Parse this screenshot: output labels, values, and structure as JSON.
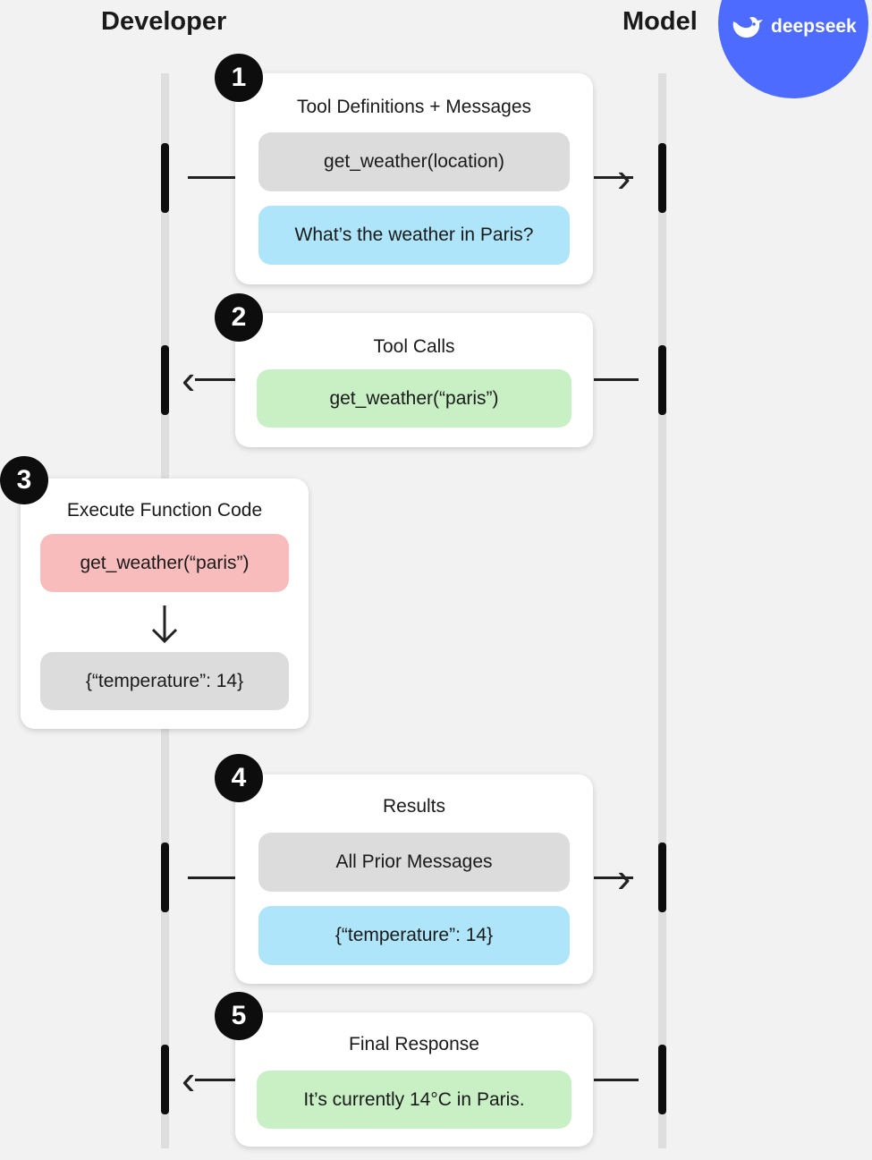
{
  "headers": {
    "developer": "Developer",
    "model": "Model"
  },
  "logo": {
    "text": "deepseek",
    "color": "#4d6bfe"
  },
  "steps": [
    {
      "number": "1",
      "title": "Tool Definitions + Messages",
      "items": [
        "get_weather(location)",
        "What’s the weather in Paris?"
      ]
    },
    {
      "number": "2",
      "title": "Tool Calls",
      "items": [
        "get_weather(“paris”)"
      ]
    },
    {
      "number": "3",
      "title": "Execute Function Code",
      "items": [
        "get_weather(“paris”)",
        "{“temperature”: 14}"
      ]
    },
    {
      "number": "4",
      "title": "Results",
      "items": [
        "All Prior Messages",
        "{“temperature”: 14}"
      ]
    },
    {
      "number": "5",
      "title": "Final Response",
      "items": [
        "It’s currently 14°C in Paris."
      ]
    }
  ],
  "colors": {
    "gray": "#dcdcdc",
    "blue": "#aee5fa",
    "green": "#c8f0c4",
    "red": "#f9bcbc"
  }
}
